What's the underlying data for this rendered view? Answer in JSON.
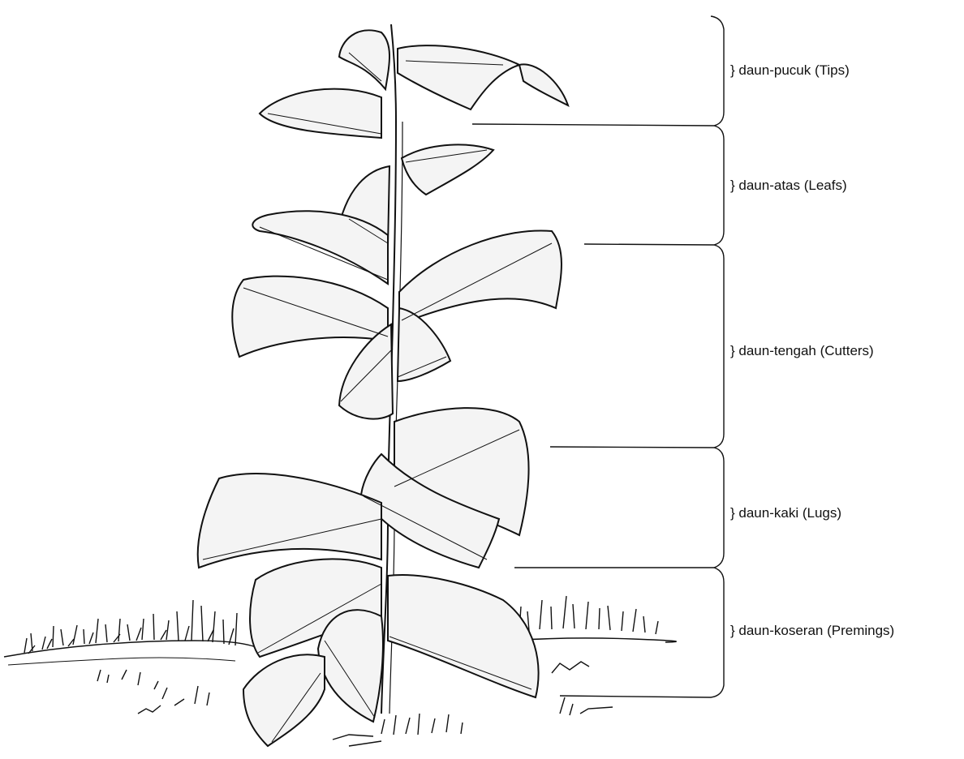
{
  "diagram": {
    "zones": [
      {
        "id": "tips",
        "label": "} daun-pucuk (Tips)"
      },
      {
        "id": "leafs",
        "label": "} daun-atas (Leafs)"
      },
      {
        "id": "cutters",
        "label": "} daun-tengah (Cutters)"
      },
      {
        "id": "lugs",
        "label": "} daun-kaki (Lugs)"
      },
      {
        "id": "primings",
        "label": "} daun-koseran (Premings)"
      }
    ],
    "colors": {
      "ink": "#111111",
      "paper": "#ffffff",
      "leaf_fill": "#f4f4f4"
    }
  }
}
